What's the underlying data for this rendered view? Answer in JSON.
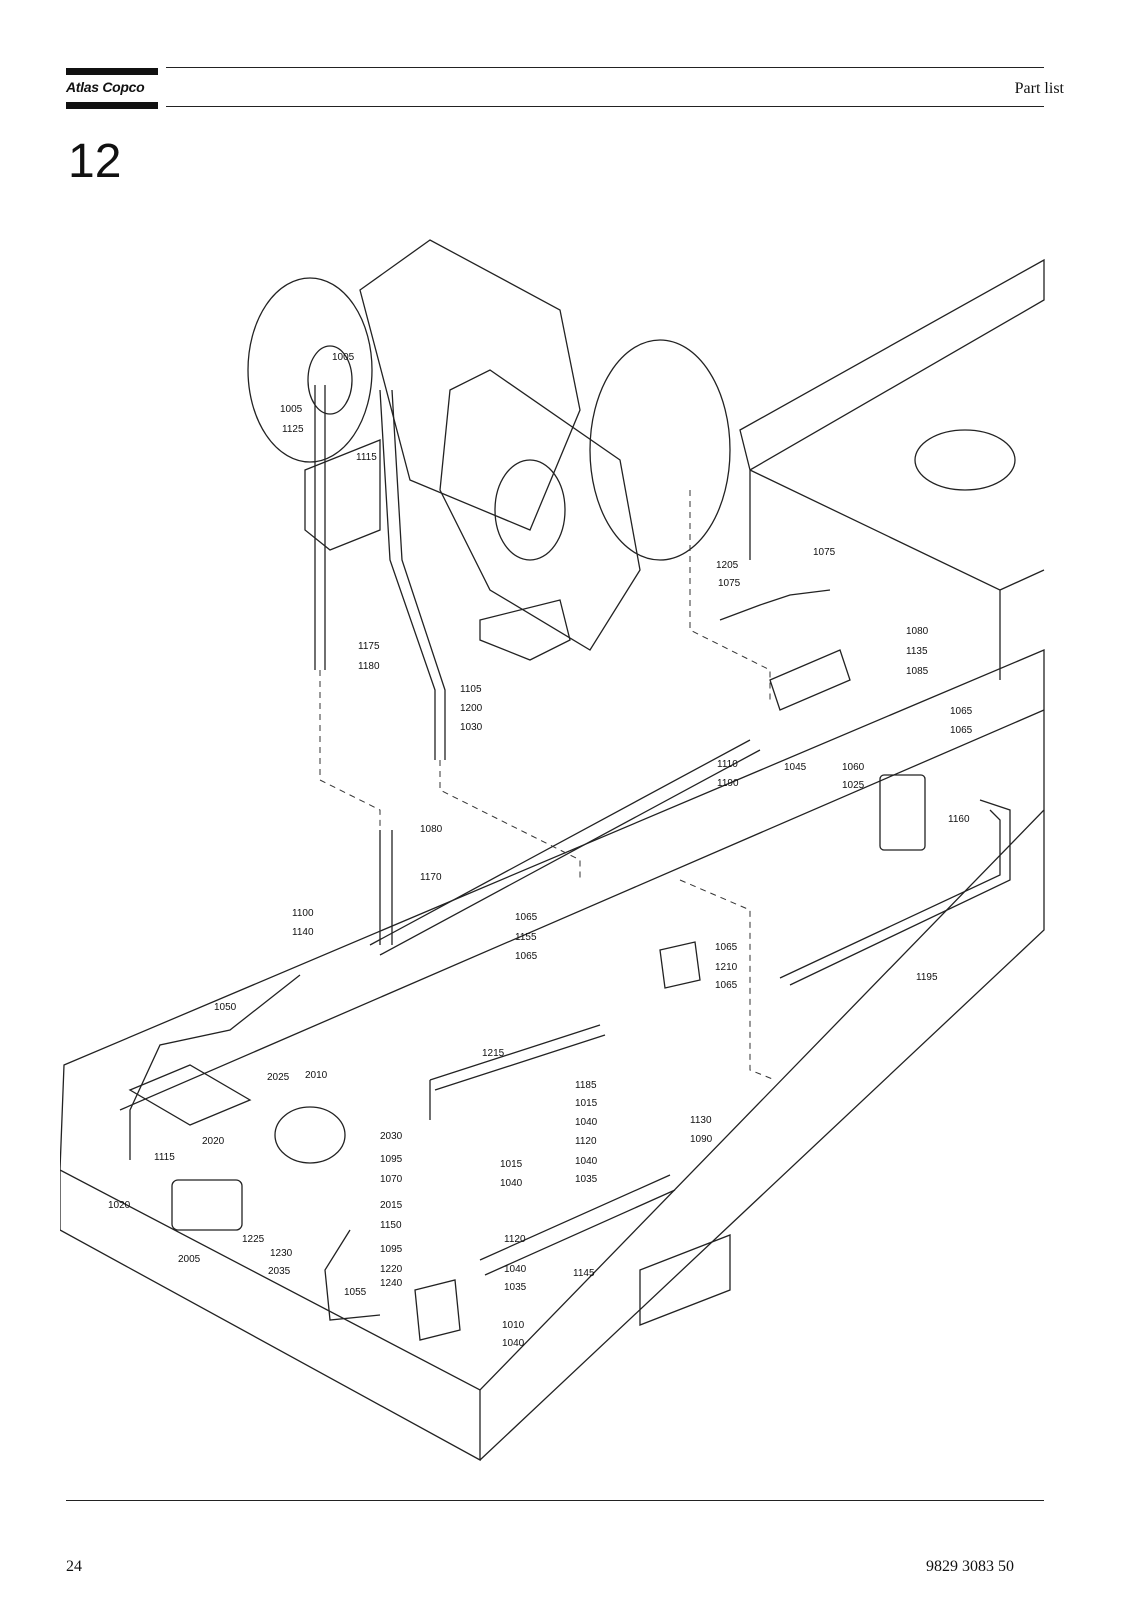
{
  "header": {
    "brand": "Atlas Copco",
    "section_title": "Part list"
  },
  "section_number": "12",
  "figure": {
    "callouts": [
      "1005",
      "1005",
      "1125",
      "1115",
      "1175",
      "1180",
      "1205",
      "1075",
      "1075",
      "1080",
      "1135",
      "1085",
      "1105",
      "1200",
      "1030",
      "1110",
      "1190",
      "1045",
      "1060",
      "1025",
      "1065",
      "1065",
      "1160",
      "1080",
      "1170",
      "1100",
      "1140",
      "1050",
      "1065",
      "1155",
      "1065",
      "1065",
      "1210",
      "1065",
      "1195",
      "1215",
      "2025",
      "2010",
      "2030",
      "2020",
      "1115",
      "1020",
      "2005",
      "2015",
      "1225",
      "1230",
      "2035",
      "1185",
      "1015",
      "1040",
      "1130",
      "1090",
      "1120",
      "1095",
      "1015",
      "1070",
      "1040",
      "1040",
      "1035",
      "1150",
      "1120",
      "1095",
      "1220",
      "1240",
      "1040",
      "1035",
      "1145",
      "1055",
      "1010",
      "1040"
    ]
  },
  "footer": {
    "page_number": "24",
    "document_number": "9829 3083 50"
  }
}
